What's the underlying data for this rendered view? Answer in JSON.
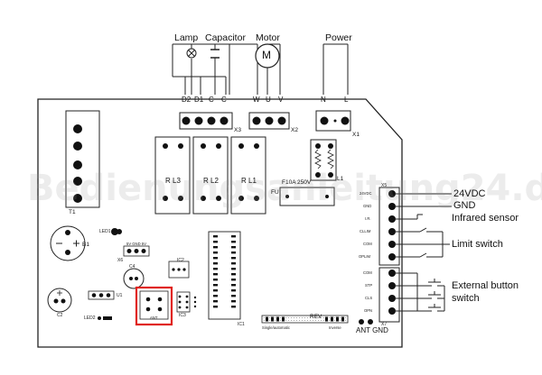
{
  "top_labels": {
    "lamp": "Lamp",
    "capacitor": "Capacitor",
    "motor": "Motor",
    "power": "Power",
    "motor_symbol": "M"
  },
  "terminal_x3": {
    "pins": [
      "D2",
      "D1",
      "C",
      "C"
    ],
    "name": "X3"
  },
  "terminal_x2": {
    "pins": [
      "W",
      "U",
      "V"
    ],
    "name": "X2"
  },
  "terminal_x1": {
    "pins": [
      "N",
      "L"
    ],
    "name": "X1"
  },
  "relays": [
    "R L3",
    "R L2",
    "R L1"
  ],
  "fuse": {
    "name": "FU",
    "rating": "F10A 250V"
  },
  "components": {
    "t1": "T1",
    "b1": "B1",
    "led1": "LED1",
    "x6": "X6",
    "x6_label": "5V GND 5V",
    "c4": "C4",
    "c2": "C2",
    "u1": "U1",
    "ic2": "IC2",
    "ic3": "IC3",
    "ic1": "IC1",
    "led2": "LED2",
    "l1": "L1",
    "x5": "X5",
    "x7": "X7",
    "ant1": "ANT",
    "rev": "REV",
    "rev_left": "Single/automatic",
    "rev_right": "Inverse"
  },
  "x5_pins": [
    "24VDC",
    "GND",
    "I.R.",
    "CLLIM",
    "COM",
    "OPLIM"
  ],
  "x7_pins": [
    "COM",
    "STP",
    "CLS",
    "OPN"
  ],
  "right_labels": {
    "v24": "24VDC",
    "gnd": "GND",
    "infrared": "Infrared sensor",
    "limit": "Limit switch",
    "external": "External button",
    "switch": "switch",
    "ant_gnd": "ANT GND"
  },
  "watermark": "Bedienungsanleitung24.de"
}
